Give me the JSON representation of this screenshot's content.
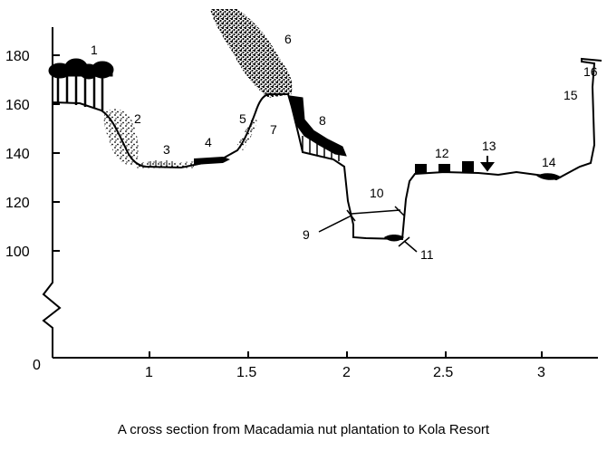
{
  "caption": "A cross section from Macadamia nut plantation to Kola Resort",
  "y_axis": {
    "ticks": [
      "100",
      "120",
      "140",
      "160",
      "180"
    ],
    "origin_label": "0"
  },
  "x_axis": {
    "ticks": [
      "1",
      "1.5",
      "2",
      "2.5",
      "3"
    ]
  },
  "markers": [
    "1",
    "2",
    "3",
    "4",
    "5",
    "6",
    "7",
    "8",
    "9",
    "10",
    "11",
    "12",
    "13",
    "14",
    "15",
    "16"
  ],
  "colors": {
    "ink": "#000000",
    "background": "#ffffff"
  }
}
